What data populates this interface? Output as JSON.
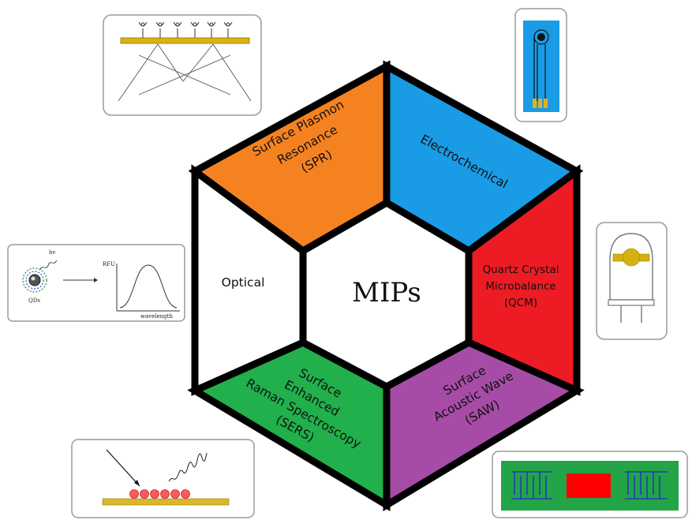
{
  "center": {
    "label": "MIPs"
  },
  "segments": {
    "spr": {
      "lines": [
        "Surface Plasmon",
        "Resonance",
        "(SPR)"
      ],
      "color": "#f58220"
    },
    "electrochemical": {
      "lines": [
        "Electrochemical"
      ],
      "color": "#1a9be6"
    },
    "qcm": {
      "lines": [
        "Quartz Crystal",
        "Microbalance",
        "(QCM)"
      ],
      "color": "#ed1c24"
    },
    "saw": {
      "lines": [
        "Surface",
        "Acoustic Wave",
        "(SAW)"
      ],
      "color": "#a64ca6"
    },
    "sers": {
      "lines": [
        "Surface",
        "Enhanced",
        "Raman Spectroscopy",
        "(SERS)"
      ],
      "color": "#21b04b"
    },
    "optical": {
      "lines": [
        "Optical"
      ],
      "color": "#ffffff"
    }
  },
  "optical_panel": {
    "hv": "hv",
    "qds": "QDs",
    "rfu": "RFU",
    "wavelength": "wavelength"
  },
  "colors": {
    "outline": "#000000",
    "gold": "#d4b012",
    "saw_board": "#22a447",
    "saw_electrode": "#1f3fb8",
    "saw_center": "#ff0000"
  }
}
